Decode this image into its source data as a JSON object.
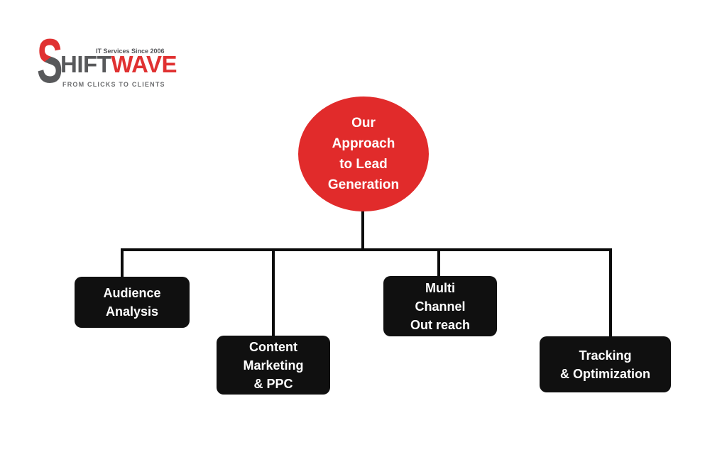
{
  "page": {
    "background": "#ffffff"
  },
  "logo": {
    "letter": "S",
    "word_gray": "HIFT",
    "word_red": "WAVE",
    "top_tagline": "IT Services Since 2006",
    "bottom_tagline": "FROM CLICKS TO CLIENTS",
    "red": "#e03131",
    "gray": "#58595b"
  },
  "diagram": {
    "type": "tree",
    "accent_red": "#e12b2b",
    "node_black": "#101010",
    "line_color": "#0a0a0a",
    "root": {
      "lines": [
        "Our",
        "Approach",
        "to Lead",
        "Generation"
      ]
    },
    "nodes": [
      {
        "id": "audience-analysis",
        "lines": [
          "Audience",
          "Analysis"
        ]
      },
      {
        "id": "content-marketing-ppc",
        "lines": [
          "Content",
          "Marketing",
          "& PPC"
        ]
      },
      {
        "id": "multi-channel-outreach",
        "lines": [
          "Multi",
          "Channel",
          "Out reach"
        ]
      },
      {
        "id": "tracking-optimization",
        "lines": [
          "Tracking",
          "& Optimization"
        ]
      }
    ]
  }
}
